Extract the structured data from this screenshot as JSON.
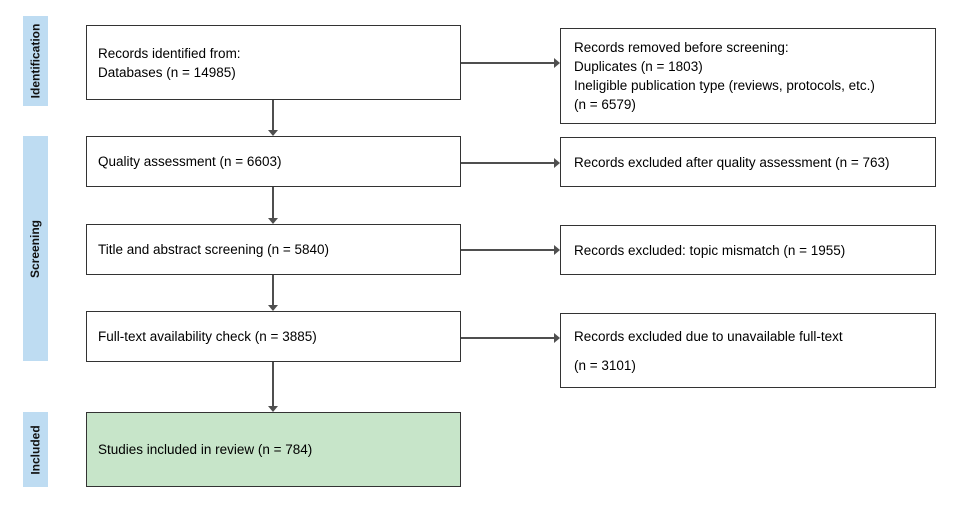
{
  "colors": {
    "stage_label_fill": "#BEDCF2",
    "included_box_fill": "#C7E5C9",
    "box_fill": "#FFFFFF",
    "box_border": "#333333",
    "arrow_color": "#4F4F4F",
    "text_color": "#000000"
  },
  "stages": {
    "identification": "Identification",
    "screening": "Screening",
    "included": "Included"
  },
  "flow_boxes": {
    "records_identified": {
      "lines": [
        "Records identified from:",
        "Databases (n = 14985)"
      ]
    },
    "quality_assessment": {
      "lines": [
        "Quality assessment (n = 6603)"
      ]
    },
    "title_abstract_screening": {
      "lines": [
        "Title and abstract screening (n = 5840)"
      ]
    },
    "fulltext_availability": {
      "lines": [
        "Full-text availability check (n = 3885)"
      ]
    },
    "studies_included": {
      "lines": [
        "Studies included in review (n = 784)"
      ]
    }
  },
  "exclusion_boxes": {
    "removed_before_screening": {
      "lines": [
        "Records removed before screening:",
        "Duplicates (n = 1803)",
        "Ineligible publication type (reviews, protocols, etc.)",
        "(n = 6579)"
      ]
    },
    "excluded_quality": {
      "lines": [
        "Records excluded after quality assessment (n = 763)"
      ]
    },
    "excluded_topic": {
      "lines": [
        "Records excluded: topic mismatch (n = 1955)"
      ]
    },
    "excluded_fulltext": {
      "lines": [
        "Records excluded due to unavailable full-text",
        "(n = 3101)"
      ]
    }
  }
}
